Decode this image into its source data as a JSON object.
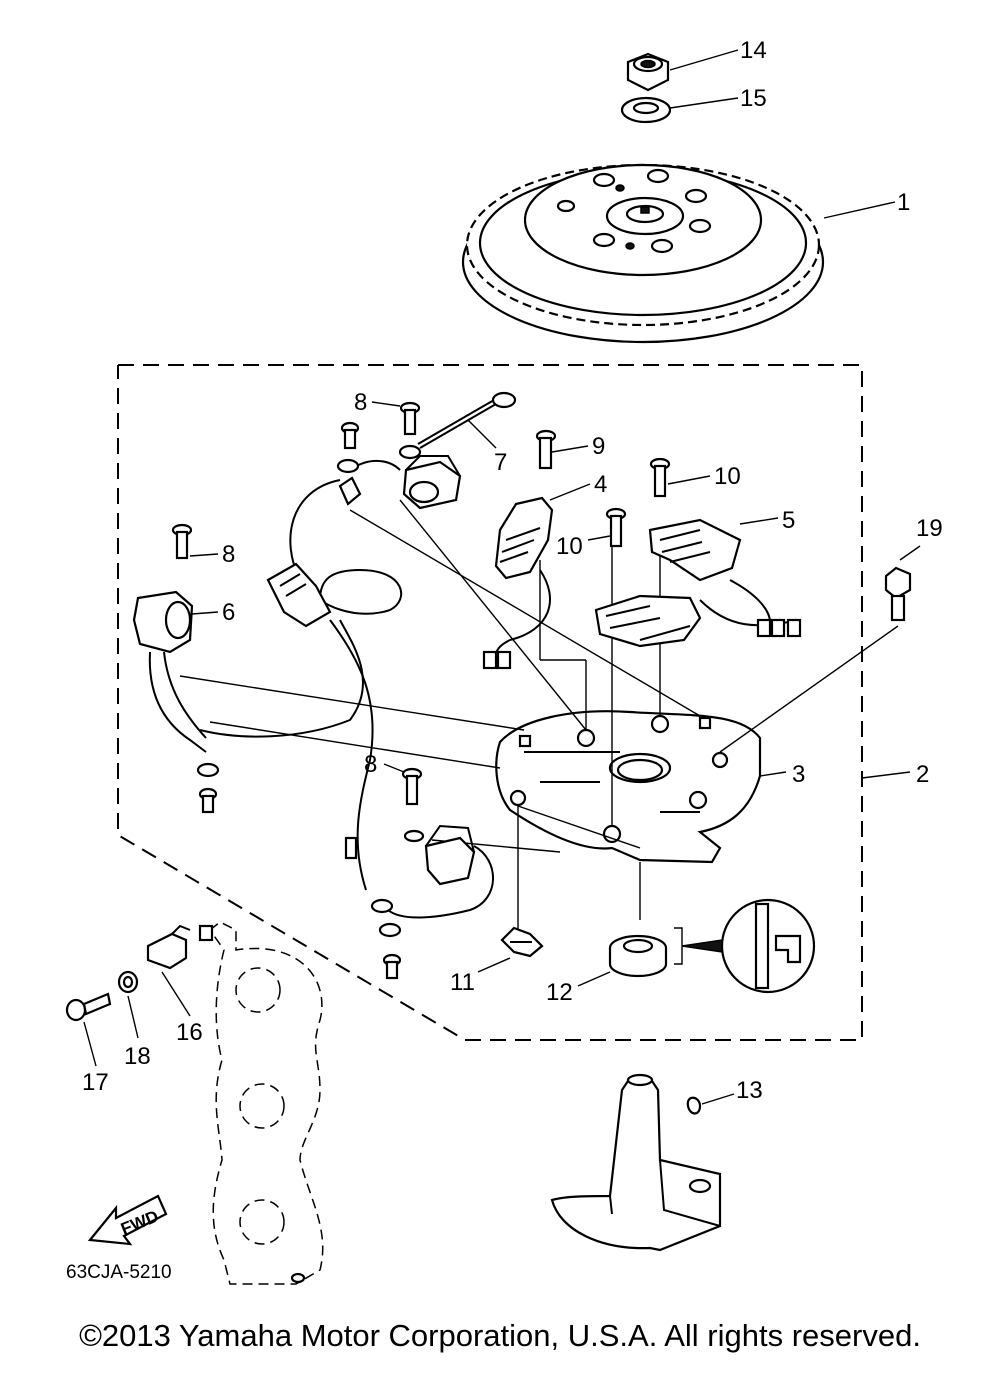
{
  "callouts": {
    "p1": "1",
    "p2": "2",
    "p3": "3",
    "p4": "4",
    "p5": "5",
    "p6": "6",
    "p7": "7",
    "p8a": "8",
    "p8b": "8",
    "p8c": "8",
    "p9": "9",
    "p10a": "10",
    "p10b": "10",
    "p11": "11",
    "p12": "12",
    "p13": "13",
    "p14": "14",
    "p15": "15",
    "p16": "16",
    "p17": "17",
    "p18": "18",
    "p19": "19"
  },
  "direction_label": "FWD",
  "diagram_code": "63CJA-5210",
  "copyright": "©2013 Yamaha Motor Corporation, U.S.A. All rights reserved."
}
